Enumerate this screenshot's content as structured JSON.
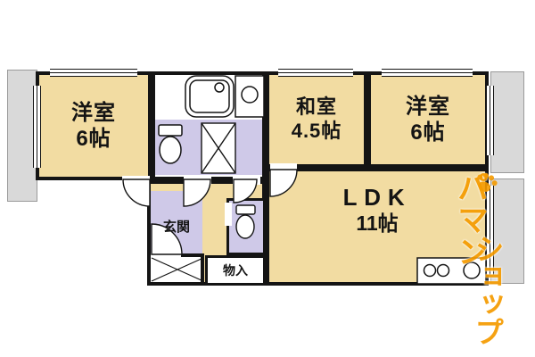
{
  "rooms": {
    "western_left": {
      "name": "洋室",
      "size": "6帖"
    },
    "japanese": {
      "name": "和室",
      "size": "4.5帖"
    },
    "western_right": {
      "name": "洋室",
      "size": "6帖"
    },
    "ldk": {
      "name": "LDK",
      "size": "11帖"
    },
    "entrance": {
      "name": "玄関"
    },
    "storage": {
      "name": "物入"
    }
  },
  "watermark": {
    "line1": "パマン",
    "line2": "ショップ"
  },
  "icons": {
    "bathtub": "bathtub-icon",
    "washbasin": "washbasin-icon",
    "toilet": "toilet-icon",
    "washer_pan": "washer-pan-icon",
    "kitchen": "kitchen-counter-icon",
    "paw": "paw-print-icon"
  },
  "colors": {
    "room-fill": "#F2DCA2",
    "tile-fill": "#CFC9E8",
    "balcony-fill": "#D9D9D9",
    "wall": "#141414",
    "watermark": "#F59B00"
  }
}
